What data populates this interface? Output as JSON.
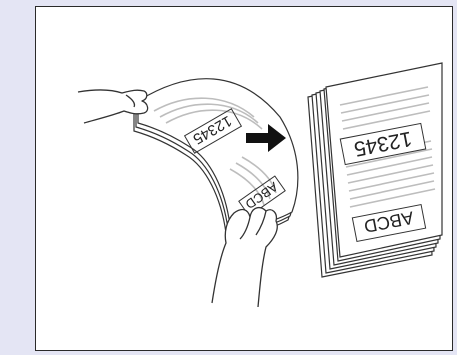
{
  "illustration": {
    "left_sheet_number": "12345",
    "left_sheet_letters": "ABCD",
    "right_sheet_number": "12345",
    "right_sheet_letters": "ABCD",
    "arrow_icon": "arrow-right-icon"
  },
  "colors": {
    "background": "#e4e5f4",
    "panel": "#ffffff",
    "ink": "#222222",
    "line_art": "#333333",
    "text_lines": "#bdbdbd"
  }
}
